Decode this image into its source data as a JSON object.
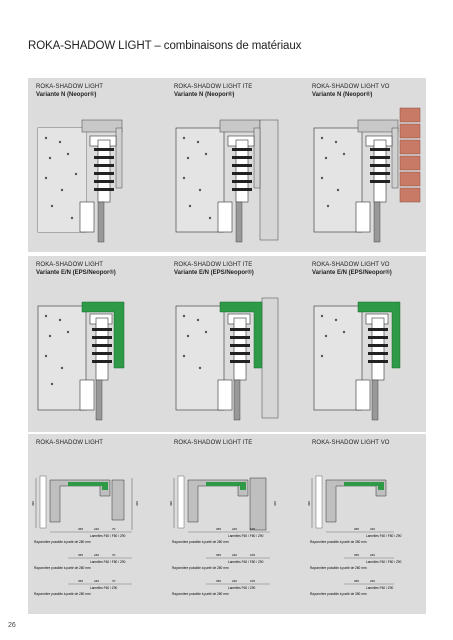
{
  "page": {
    "title": "ROKA-SHADOW LIGHT – combinaisons de matériaux",
    "number": "26"
  },
  "colors": {
    "block_bg": "#dcdcdd",
    "green": "#2e9a48",
    "brick": "#c97a66",
    "wall": "#bfbfbf"
  },
  "row1": [
    {
      "title": "ROKA-SHADOW LIGHT",
      "variant": "Variante N (Neopor®)"
    },
    {
      "title": "ROKA-SHADOW LIGHT ITE",
      "variant": "Variante N (Neopor®)"
    },
    {
      "title": "ROKA-SHADOW LIGHT VO",
      "variant": "Variante N (Neopor®)"
    }
  ],
  "row2": [
    {
      "title": "ROKA-SHADOW LIGHT",
      "variant": "Variante E/N (EPS/Neopor®)"
    },
    {
      "title": "ROKA-SHADOW LIGHT ITE",
      "variant": "Variante E/N (EPS/Neopor®)"
    },
    {
      "title": "ROKA-SHADOW LIGHT VO",
      "variant": "Variante E/N (EPS/Neopor®)"
    }
  ],
  "row3": [
    {
      "title": "ROKA-SHADOW LIGHT",
      "dims": [
        {
          "label": "Lamelles F60 / F80 / Z90",
          "note": "Rayonnière possible à partir de 280 mm"
        },
        {
          "label": "Lamelles F60 / F80 / Z90",
          "note": "Rayonnière possible à partir de 280 mm"
        },
        {
          "label": "Lamelles F60 / Z90",
          "note": "Rayonnière possible à partir de 280 mm"
        }
      ]
    },
    {
      "title": "ROKA-SHADOW LIGHT ITE",
      "dims": [
        {
          "label": "Lamelles F60 / F80 / Z90",
          "note": "Rayonnière possible à partir de 280 mm"
        },
        {
          "label": "Lamelles F60 / F80 / Z90",
          "note": "Rayonnière possible à partir de 280 mm"
        },
        {
          "label": "Lamelles F60 / Z90",
          "note": "Rayonnière possible à partir de 280 mm"
        }
      ]
    },
    {
      "title": "ROKA-SHADOW LIGHT VO",
      "dims": [
        {
          "label": "Lamelles F60 / F80 / Z90",
          "note": "Rayonnière possible à partir de 280 mm"
        },
        {
          "label": "Lamelles F60 / F80 / Z90",
          "note": "Rayonnière possible à partir de 280 mm"
        },
        {
          "label": "Lamelles F60 / Z90",
          "note": "Rayonnière possible à partir de 280 mm"
        }
      ]
    }
  ]
}
